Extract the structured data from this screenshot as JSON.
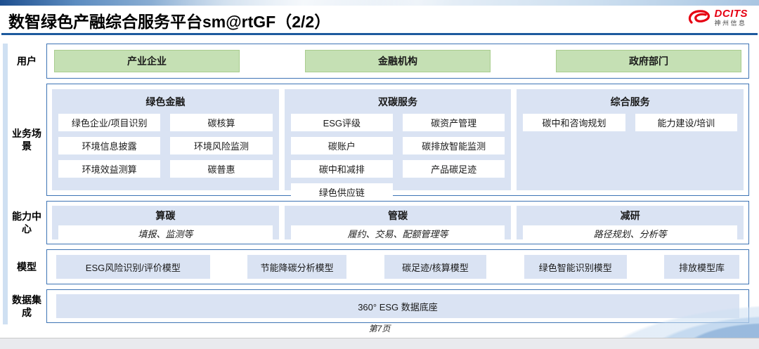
{
  "slide": {
    "title": "数智绿色产融综合服务平台sm@rtGF（2/2）",
    "page_number": "第7页"
  },
  "logo": {
    "brand": "DCITS",
    "brand_cn": "神州信息",
    "brand_color": "#e60012"
  },
  "layers": {
    "users": {
      "label": "用户",
      "items": [
        "产业企业",
        "金融机构",
        "政府部门"
      ]
    },
    "scenes": {
      "label": "业务场景",
      "columns": [
        {
          "title": "绿色金融",
          "items": [
            "绿色企业/项目识别",
            "碳核算",
            "环境信息披露",
            "环境风险监测",
            "环境效益测算",
            "碳普惠"
          ]
        },
        {
          "title": "双碳服务",
          "items": [
            "ESG评级",
            "碳资产管理",
            "碳账户",
            "碳排放智能监测",
            "碳中和减排",
            "产品碳足迹",
            "绿色供应链"
          ]
        },
        {
          "title": "综合服务",
          "items": [
            "碳中和咨询规划",
            "能力建设/培训"
          ]
        }
      ]
    },
    "capability": {
      "label": "能力中心",
      "cards": [
        {
          "title": "算碳",
          "desc": "填报、监测等"
        },
        {
          "title": "管碳",
          "desc": "履约、交易、配额管理等"
        },
        {
          "title": "减研",
          "desc": "路径规划、分析等"
        }
      ]
    },
    "models": {
      "label": "模型",
      "items": [
        "ESG风险识别/评价模型",
        "节能降碳分析模型",
        "碳足迹/核算模型",
        "绿色智能识别模型",
        "排放模型库"
      ]
    },
    "data": {
      "label": "数据集成",
      "items": [
        "360° ESG 数据底座"
      ]
    }
  },
  "colors": {
    "title_underline": "#1d5a9e",
    "box_border": "#3e74b5",
    "panel_fill": "#dae3f3",
    "user_fill": "#c5e0b4",
    "user_border": "#a9cd8e",
    "left_strip": "#cfe0f2",
    "footer_band": "#e9eaee",
    "logo_red": "#e60012"
  }
}
